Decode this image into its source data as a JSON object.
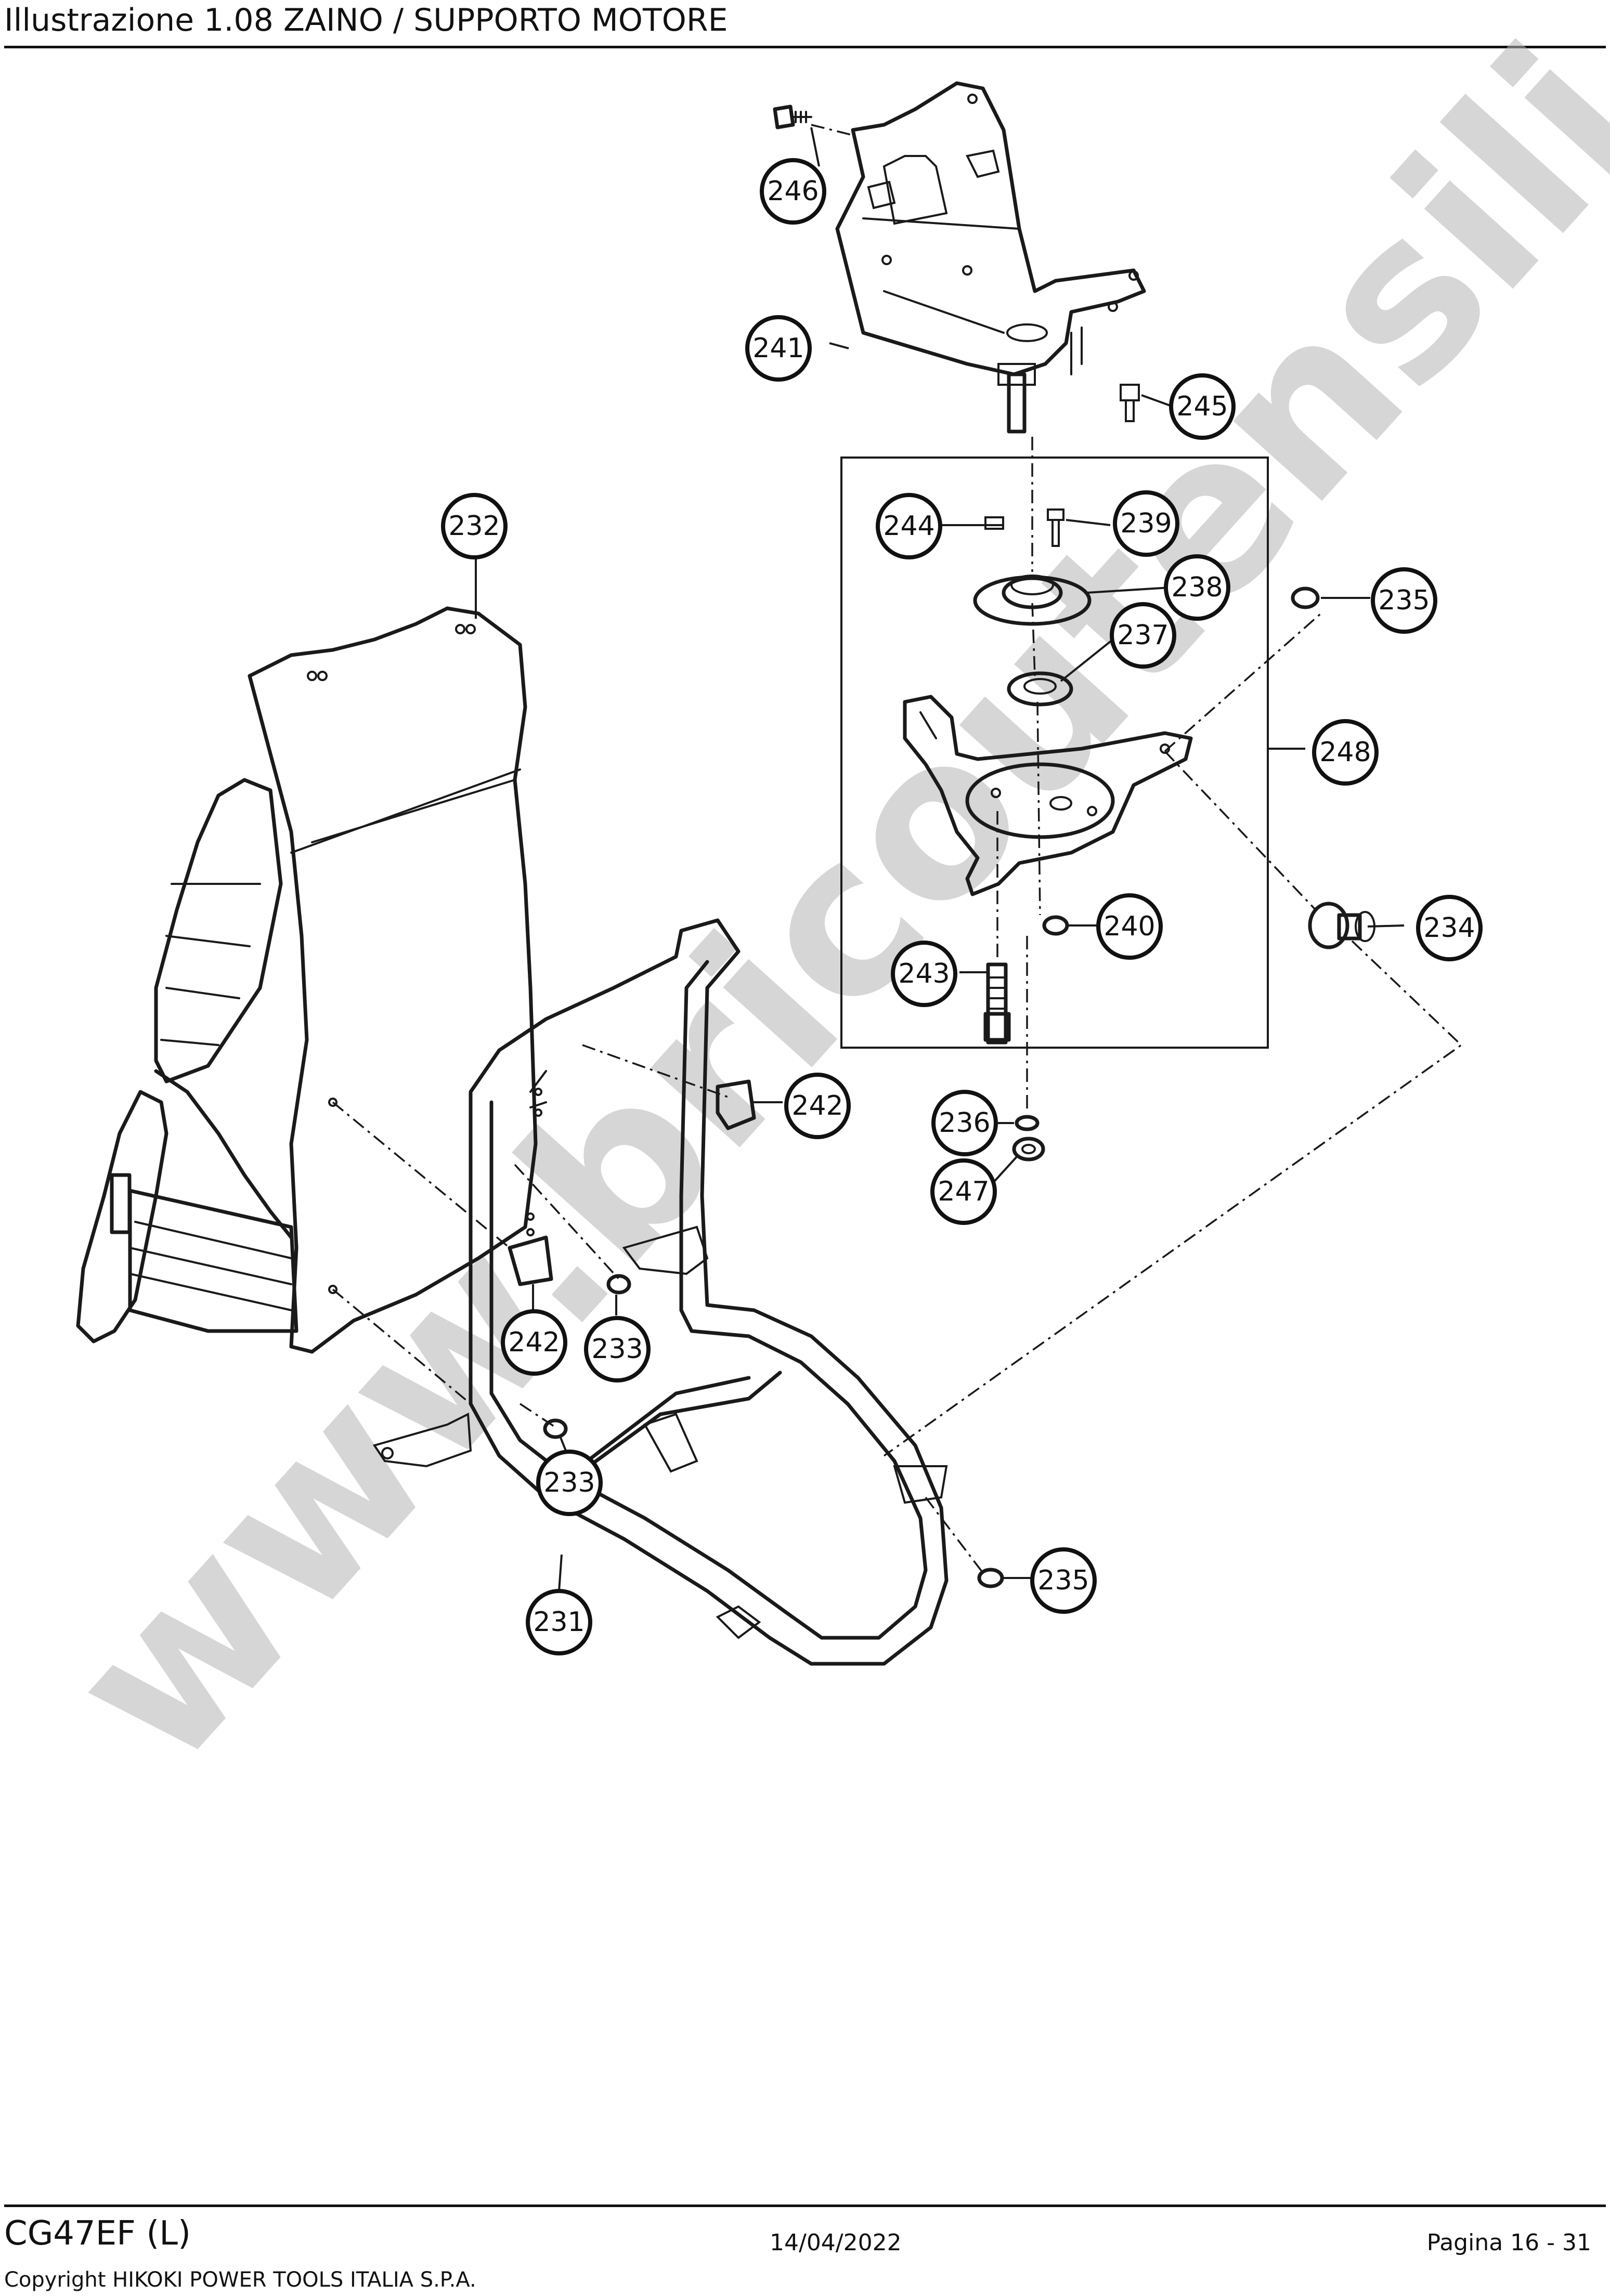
{
  "header": {
    "title": "Illustrazione  1.08 ZAINO / SUPPORTO MOTORE"
  },
  "diagram": {
    "callouts": [
      {
        "id": "c246",
        "label": "246"
      },
      {
        "id": "c241",
        "label": "241"
      },
      {
        "id": "c245",
        "label": "245"
      },
      {
        "id": "c232",
        "label": "232"
      },
      {
        "id": "c244",
        "label": "244"
      },
      {
        "id": "c239",
        "label": "239"
      },
      {
        "id": "c238",
        "label": "238"
      },
      {
        "id": "c235a",
        "label": "235"
      },
      {
        "id": "c237",
        "label": "237"
      },
      {
        "id": "c248",
        "label": "248"
      },
      {
        "id": "c234",
        "label": "234"
      },
      {
        "id": "c240",
        "label": "240"
      },
      {
        "id": "c243",
        "label": "243"
      },
      {
        "id": "c242a",
        "label": "242"
      },
      {
        "id": "c236",
        "label": "236"
      },
      {
        "id": "c247",
        "label": "247"
      },
      {
        "id": "c242b",
        "label": "242"
      },
      {
        "id": "c233a",
        "label": "233"
      },
      {
        "id": "c233b",
        "label": "233"
      },
      {
        "id": "c231",
        "label": "231"
      },
      {
        "id": "c235b",
        "label": "235"
      }
    ],
    "watermark": "www.bricoutensili.com"
  },
  "footer": {
    "model": "CG47EF (L)",
    "date": "14/04/2022",
    "page": "Pagina 16 - 31",
    "copyright": "Copyright HIKOKI POWER TOOLS ITALIA S.P.A."
  }
}
